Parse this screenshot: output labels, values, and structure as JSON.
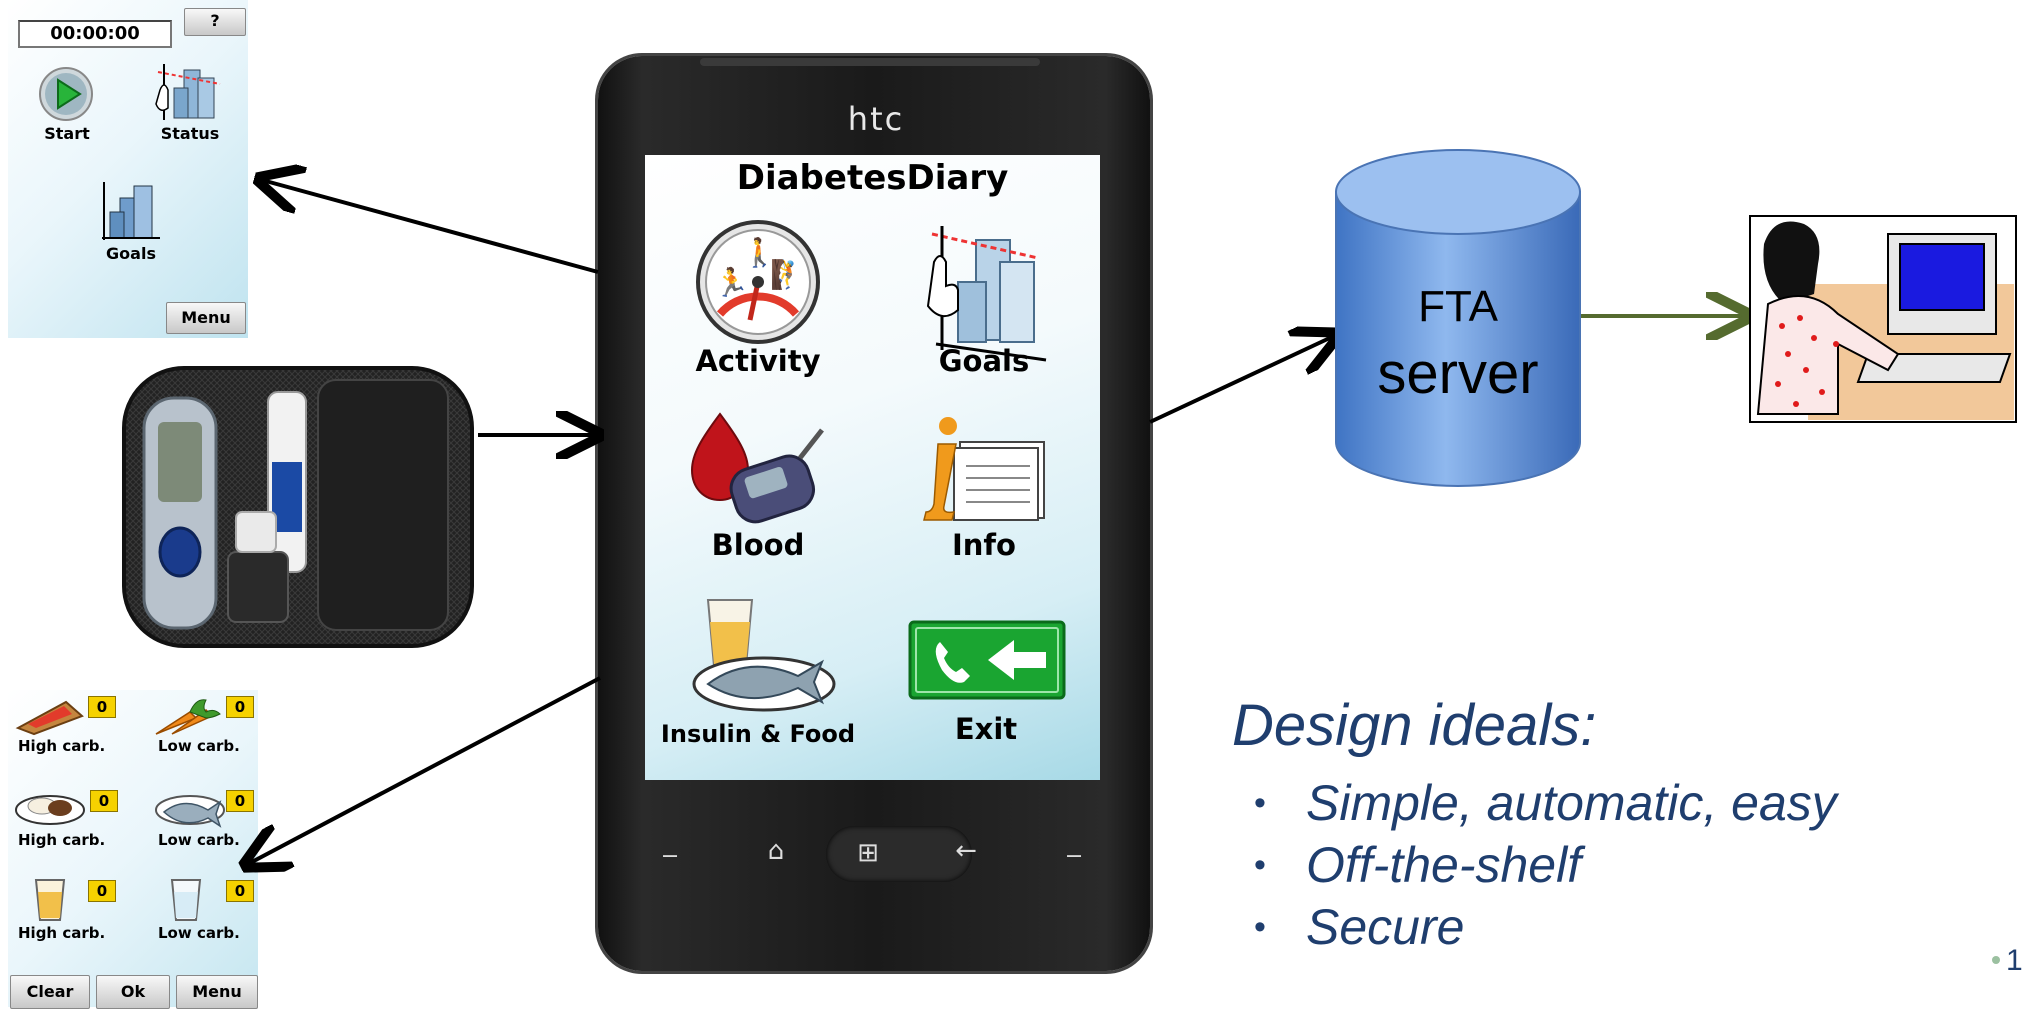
{
  "status_panel": {
    "timer": "00:00:00",
    "help_label": "?",
    "start_label": "Start",
    "status_label": "Status",
    "goals_label": "Goals",
    "menu_label": "Menu"
  },
  "food_panel": {
    "items": [
      {
        "label": "High carb.",
        "count": "0",
        "icon": "bread-icon"
      },
      {
        "label": "Low carb.",
        "count": "0",
        "icon": "carrot-icon"
      },
      {
        "label": "High carb.",
        "count": "0",
        "icon": "meal-plate-icon"
      },
      {
        "label": "Low carb.",
        "count": "0",
        "icon": "fish-icon"
      },
      {
        "label": "High carb.",
        "count": "0",
        "icon": "juice-glass-icon"
      },
      {
        "label": "Low carb.",
        "count": "0",
        "icon": "water-glass-icon"
      }
    ],
    "clear_label": "Clear",
    "ok_label": "Ok",
    "menu_label": "Menu"
  },
  "phone": {
    "brand": "htc",
    "app_title": "DiabetesDiary",
    "tiles": {
      "activity": "Activity",
      "goals": "Goals",
      "blood": "Blood",
      "info": "Info",
      "insulin_food": "Insulin & Food",
      "exit": "Exit"
    }
  },
  "server": {
    "line1": "FTA",
    "line2": "server"
  },
  "design_ideals": {
    "title": "Design ideals:",
    "items": [
      "Simple, automatic, easy",
      "Off-the-shelf",
      "Secure"
    ]
  },
  "page_number": "1",
  "colors": {
    "server_top": "#8db4e8",
    "server_body": "#5b8fd6",
    "ideals_text": "#1f3e6e",
    "connector_arrow": "#556b2f",
    "badge": "#f6d200",
    "exit_green": "#1aa531"
  }
}
